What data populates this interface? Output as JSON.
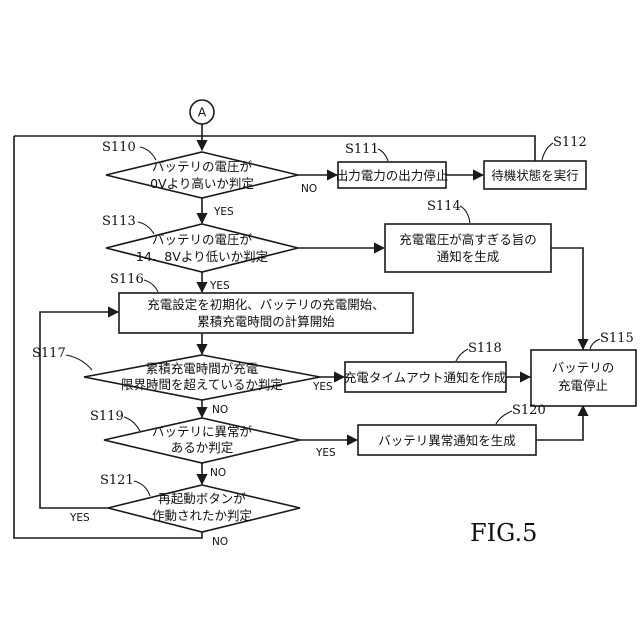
{
  "connector": "A",
  "steps": {
    "s110": {
      "id": "S110",
      "line1": "バッテリの電圧が",
      "line2": "0Vより高いか判定"
    },
    "s111": {
      "id": "S111",
      "text": "出力電力の出力停止"
    },
    "s112": {
      "id": "S112",
      "text": "待機状態を実行"
    },
    "s113": {
      "id": "S113",
      "line1": "バッテリの電圧が",
      "line2": "14．8Vより低いか判定"
    },
    "s114": {
      "id": "S114",
      "line1": "充電電圧が高すぎる旨の",
      "line2": "通知を生成"
    },
    "s115": {
      "id": "S115",
      "line1": "バッテリの",
      "line2": "充電停止"
    },
    "s116": {
      "id": "S116",
      "line1": "充電設定を初期化、バッテリの充電開始、",
      "line2": "累積充電時間の計算開始"
    },
    "s117": {
      "id": "S117",
      "line1": "累積充電時間が充電",
      "line2": "限界時間を超えているか判定"
    },
    "s118": {
      "id": "S118",
      "text": "充電タイムアウト通知を作成"
    },
    "s119": {
      "id": "S119",
      "line1": "バッテリに異常が",
      "line2": "あるか判定"
    },
    "s120": {
      "id": "S120",
      "text": "バッテリ異常通知を生成"
    },
    "s121": {
      "id": "S121",
      "line1": "再起動ボタンが",
      "line2": "作動されたか判定"
    }
  },
  "branch_labels": {
    "s110_no": "NO",
    "s110_yes": "YES",
    "s113_yes": "YES",
    "s117_yes": "YES",
    "s117_no": "NO",
    "s119_yes": "YES",
    "s119_no": "NO",
    "s121_yes": "YES",
    "s121_no": "NO"
  },
  "figure_label": "FIG.5"
}
